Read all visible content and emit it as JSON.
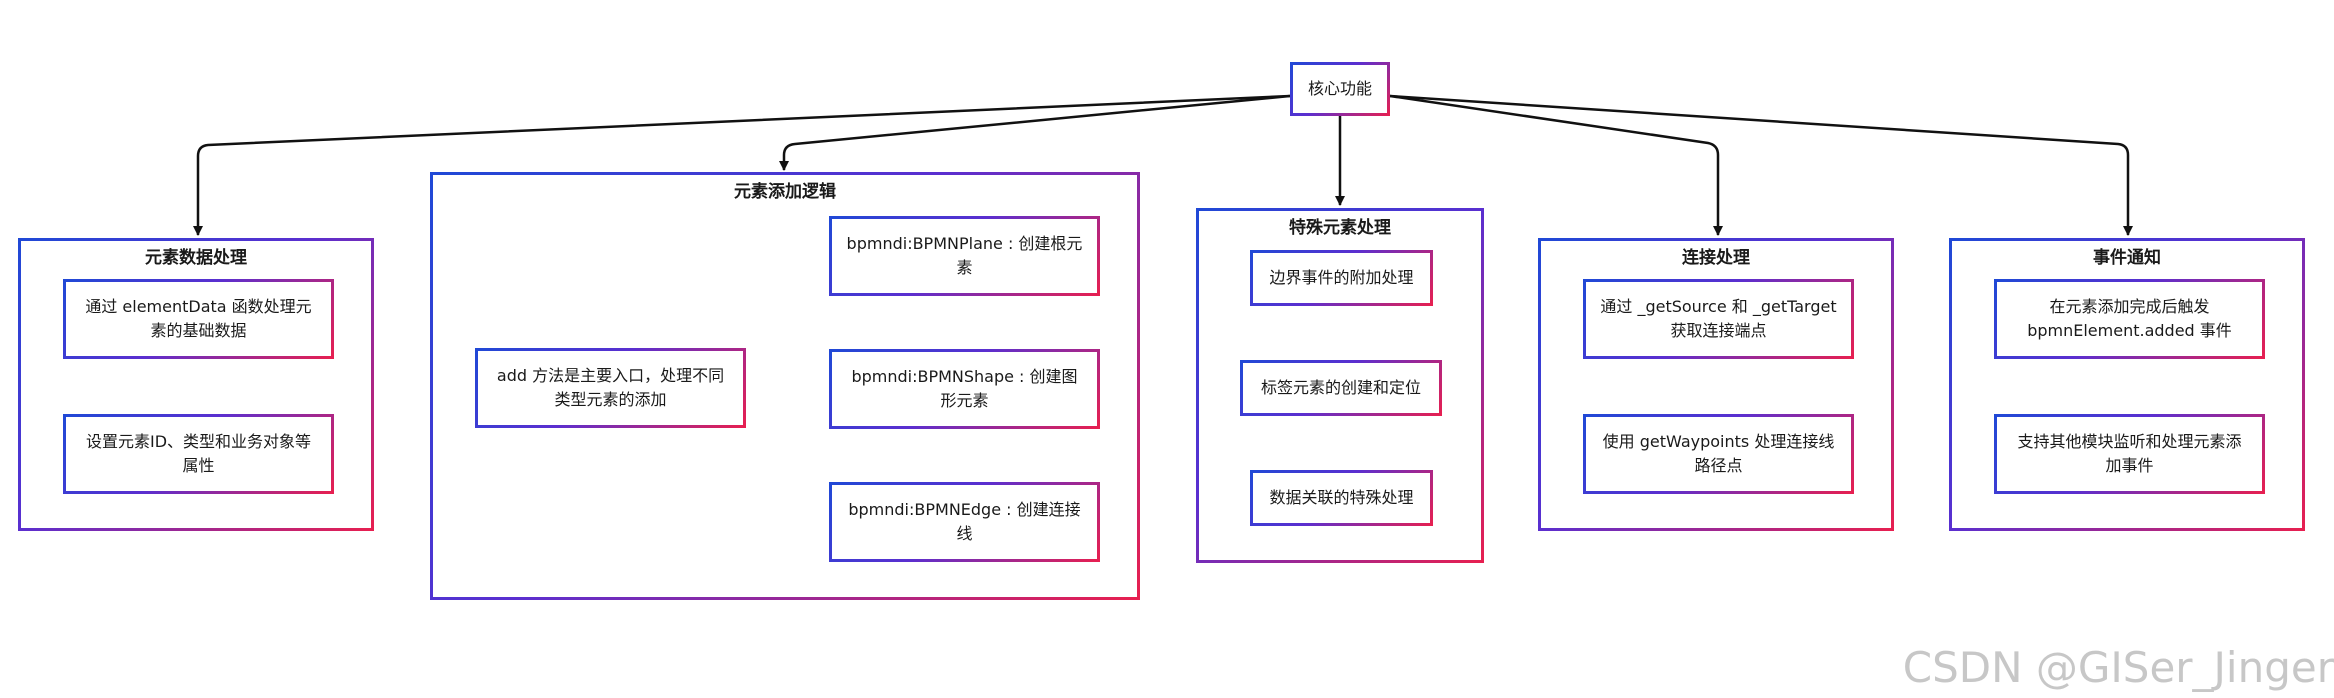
{
  "root": {
    "label": "核心功能"
  },
  "groups": [
    {
      "title": "元素数据处理",
      "items": [
        "通过 elementData 函数处理元素的基础数据",
        "设置元素ID、类型和业务对象等属性"
      ]
    },
    {
      "title": "元素添加逻辑",
      "entry": "add 方法是主要入口，处理不同类型元素的添加",
      "items": [
        "bpmndi:BPMNPlane : 创建根元素",
        "bpmndi:BPMNShape : 创建图形元素",
        "bpmndi:BPMNEdge : 创建连接线"
      ]
    },
    {
      "title": "特殊元素处理",
      "items": [
        "边界事件的附加处理",
        "标签元素的创建和定位",
        "数据关联的特殊处理"
      ]
    },
    {
      "title": "连接处理",
      "items": [
        "通过 _getSource 和 _getTarget 获取连接端点",
        "使用 getWaypoints 处理连接线路径点"
      ]
    },
    {
      "title": "事件通知",
      "items": [
        "在元素添加完成后触发 bpmnElement.added 事件",
        "支持其他模块监听和处理元素添加事件"
      ]
    }
  ],
  "watermark": "CSDN @GISer_Jinger",
  "colors": {
    "border_start": "#1f49d6",
    "border_end": "#e81f4f",
    "edge": "#111111"
  }
}
